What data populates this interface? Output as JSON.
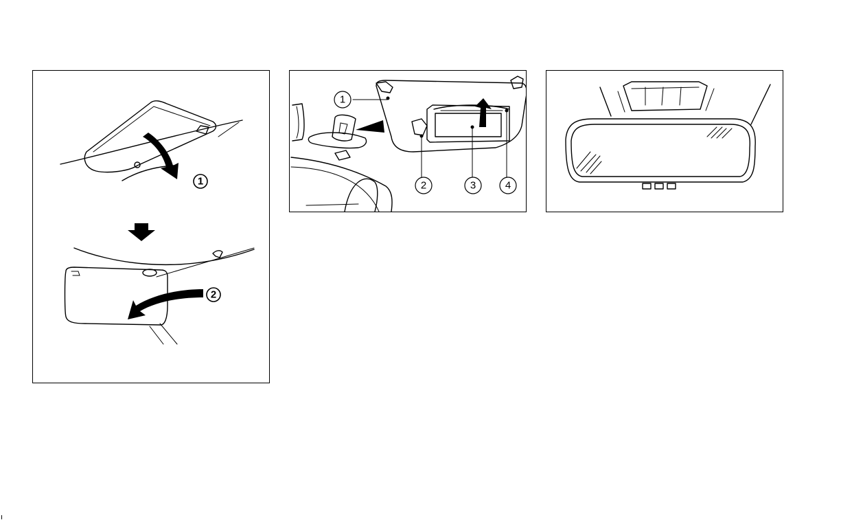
{
  "figures": {
    "sun_visor": {
      "callouts": [
        {
          "label": "1"
        },
        {
          "label": "2"
        }
      ],
      "icons": [
        "curved-arrow-icon",
        "down-arrow-icon"
      ]
    },
    "vanity_mirror": {
      "callouts": [
        {
          "label": "1"
        },
        {
          "label": "2"
        },
        {
          "label": "3"
        },
        {
          "label": "4"
        }
      ],
      "icons": [
        "pointer-arrow-icon",
        "up-arrow-icon"
      ]
    },
    "rearview_mirror": {
      "icons": [
        "mirror-icon"
      ]
    }
  },
  "colors": {
    "line": "#000000",
    "background": "#ffffff"
  }
}
